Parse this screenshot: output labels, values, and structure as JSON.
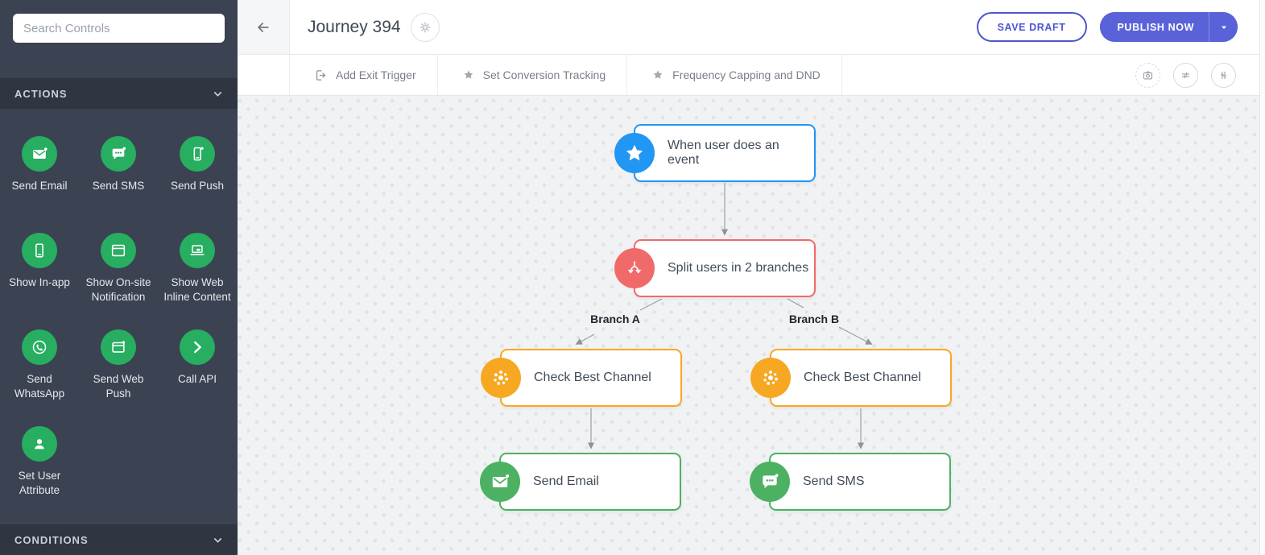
{
  "sidebar": {
    "search_placeholder": "Search Controls",
    "icon_color": "#27ae60",
    "sections": [
      {
        "label": "ACTIONS",
        "items": [
          {
            "label": "Send Email",
            "icon": "email-icon"
          },
          {
            "label": "Send SMS",
            "icon": "sms-icon"
          },
          {
            "label": "Send Push",
            "icon": "push-icon"
          },
          {
            "label": "Show In-app",
            "icon": "inapp-icon"
          },
          {
            "label": "Show On-site Notification",
            "icon": "onsite-notification-icon"
          },
          {
            "label": "Show Web Inline Content",
            "icon": "web-inline-icon"
          },
          {
            "label": "Send WhatsApp",
            "icon": "whatsapp-icon"
          },
          {
            "label": "Send Web Push",
            "icon": "web-push-icon"
          },
          {
            "label": "Call API",
            "icon": "chevron-right-icon"
          },
          {
            "label": "Set User Attribute",
            "icon": "user-icon"
          }
        ]
      },
      {
        "label": "CONDITIONS",
        "items": []
      }
    ]
  },
  "header": {
    "title": "Journey 394",
    "save_draft_label": "SAVE DRAFT",
    "publish_label": "PUBLISH NOW",
    "accent_color": "#5a62d8"
  },
  "toolbar": {
    "items": [
      "Add Exit Trigger",
      "Set Conversion Tracking",
      "Frequency Capping and DND"
    ]
  },
  "canvas": {
    "nodes": [
      {
        "label": "When user does an event",
        "type": "trigger",
        "color": "#2196f3"
      },
      {
        "label": "Split users in 2 branches",
        "type": "split",
        "color": "#f16a6a"
      },
      {
        "label": "Check Best Channel",
        "type": "check-best-channel",
        "color": "#f7a823"
      },
      {
        "label": "Check Best Channel",
        "type": "check-best-channel",
        "color": "#f7a823"
      },
      {
        "label": "Send Email",
        "type": "send-email",
        "color": "#4db163"
      },
      {
        "label": "Send SMS",
        "type": "send-sms",
        "color": "#4db163"
      }
    ],
    "branch_labels": [
      "Branch A",
      "Branch B"
    ]
  }
}
